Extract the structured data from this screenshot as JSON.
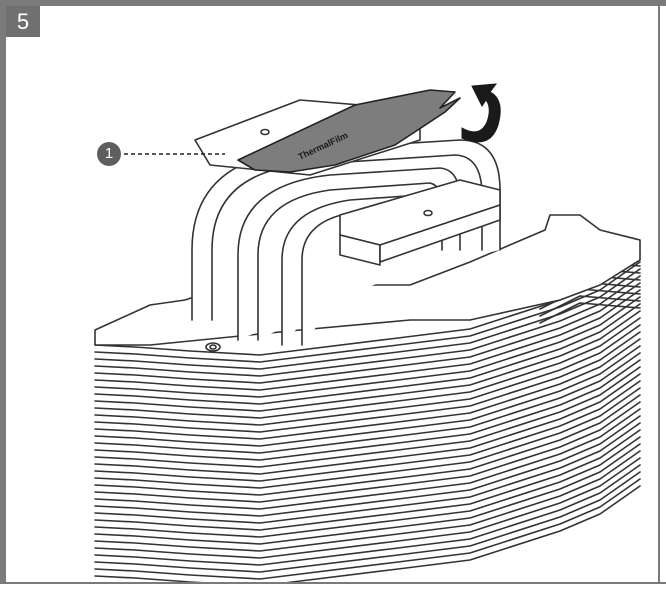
{
  "step": {
    "number": "5"
  },
  "callouts": [
    {
      "label": "1",
      "target": "protective-film"
    }
  ],
  "film": {
    "brand_text": "ThermalFilm"
  },
  "colors": {
    "frame": "#7a7a7a",
    "badge": "#707070",
    "film": "#7d7d7d",
    "arrow": "#1a1a1a",
    "line": "#333333"
  },
  "icons": {
    "lift_arrow": "curved-up-arrow-icon"
  }
}
